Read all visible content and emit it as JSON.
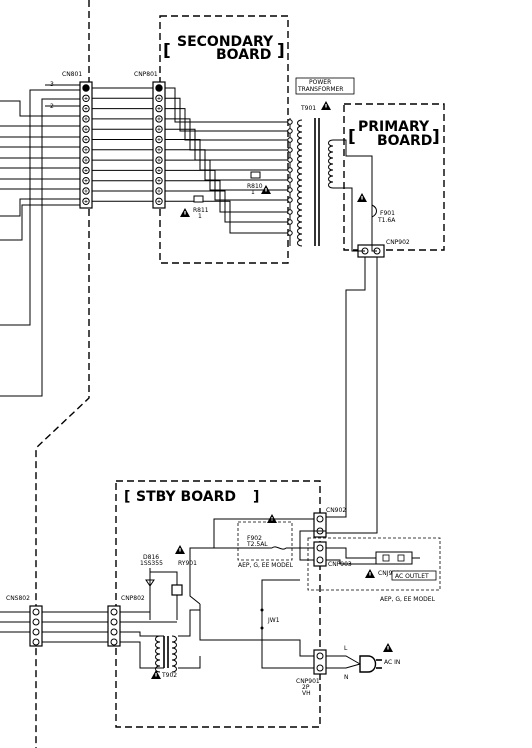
{
  "boards": {
    "secondary_line1": "SECONDARY",
    "secondary_line2": "BOARD",
    "primary_line1": "PRIMARY",
    "primary_line2": "BOARD",
    "stby": "STBY BOARD"
  },
  "connectors": {
    "cn801": "CN801",
    "cnp801": "CNP801",
    "cnp902": "CNP902",
    "cn902": "CN902",
    "cnp903": "CNP903",
    "cnj903": "CNJ903",
    "cnp802": "CNP802",
    "cns802": "CNS802",
    "cnp901_line1": "CNP901",
    "cnp901_line2": "2P",
    "cnp901_line3": "VH"
  },
  "wires": {
    "w3": "3",
    "w2": "2"
  },
  "components": {
    "power_tf_line1": "POWER",
    "power_tf_line2": "TRANSFORMER",
    "t901": "T901",
    "f901_line1": "F901",
    "f901_line2": "T1.6A",
    "r810_line1": "R810",
    "r810_line2": "1",
    "r811_line1": "R811",
    "r811_line2": "1",
    "f902_line1": "F902",
    "f902_line2": "T2.5AL",
    "f902_model": "AEP, G, EE MODEL",
    "d816_line1": "D816",
    "d816_line2": "1SS355",
    "ry901": "RY901",
    "jw1": "JW1",
    "t902": "T902",
    "ac_outlet": "AC OUTLET",
    "outlet_model": "AEP, G, EE MODEL",
    "ac_in": "AC IN",
    "l": "L",
    "n": "N"
  }
}
